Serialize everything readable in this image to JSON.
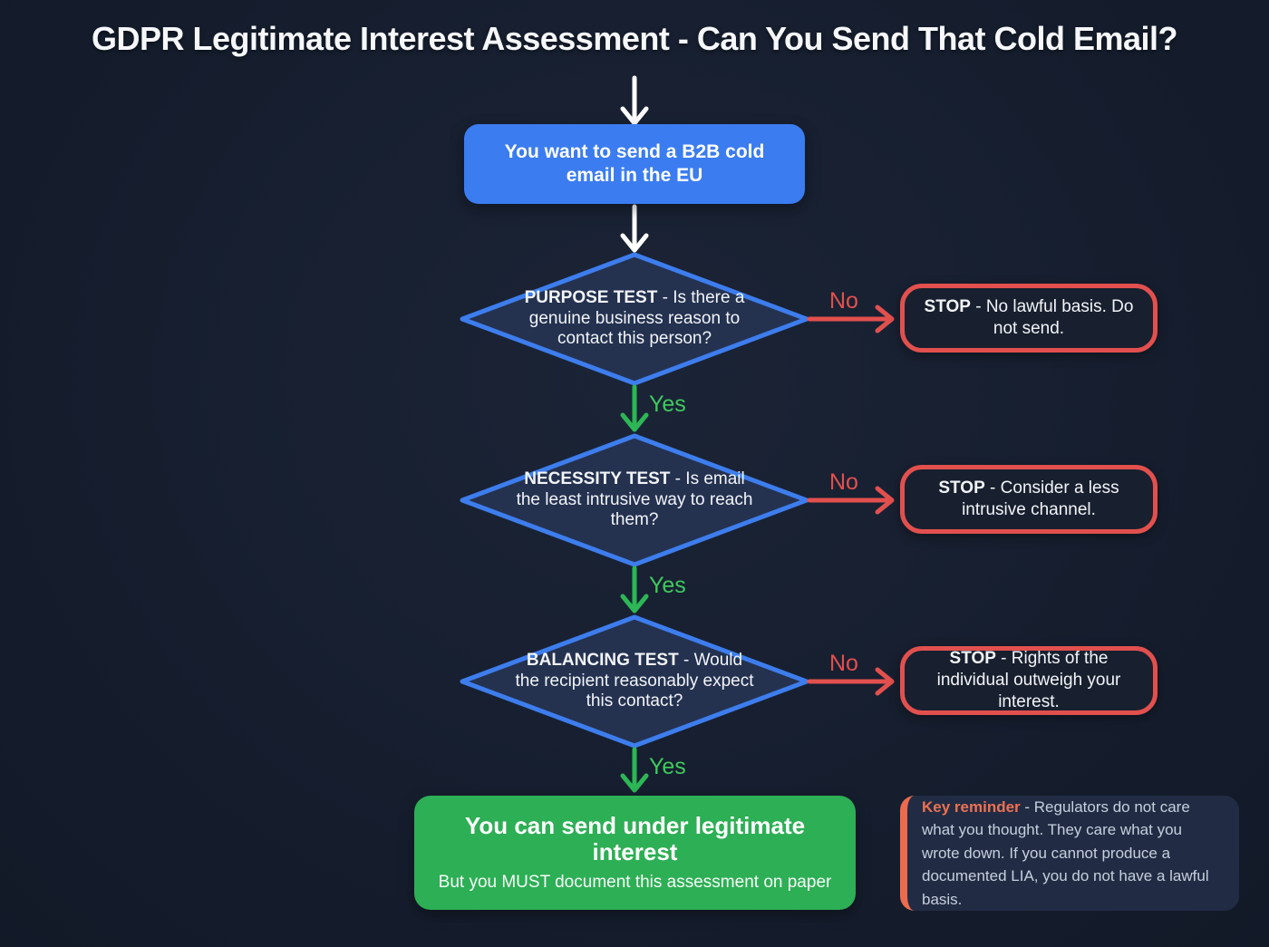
{
  "page": {
    "title": "GDPR Legitimate Interest Assessment - Can You Send That Cold Email?"
  },
  "colors": {
    "background": "#161f30",
    "accent_blue": "#3b7cf0",
    "accent_red": "#e2504e",
    "accent_green": "#2db656",
    "accent_orange": "#ec6a4e"
  },
  "start": {
    "label": "You want to send a B2B cold email in the EU"
  },
  "decisions": [
    {
      "name_bold": "PURPOSE TEST",
      "question": " - Is there a genuine business reason to contact this person?",
      "no_label": "No",
      "yes_label": "Yes",
      "stop_bold": "STOP",
      "stop_text": " - No lawful basis. Do not send."
    },
    {
      "name_bold": "NECESSITY TEST",
      "question": " - Is email the least intrusive way to reach them?",
      "no_label": "No",
      "yes_label": "Yes",
      "stop_bold": "STOP",
      "stop_text": " - Consider a less intrusive channel."
    },
    {
      "name_bold": "BALANCING TEST",
      "question": " - Would the recipient reasonably expect this contact?",
      "no_label": "No",
      "yes_label": "Yes",
      "stop_bold": "STOP",
      "stop_text": " - Rights of the individual outweigh your interest."
    }
  ],
  "result": {
    "heading": "You can send under legitimate interest",
    "subheading": "But you MUST document this assessment on paper"
  },
  "reminder": {
    "lead_bold": "Key reminder",
    "text": " - Regulators do not care what you thought. They care what you wrote down. If you cannot produce a documented LIA, you do not have a lawful basis."
  }
}
